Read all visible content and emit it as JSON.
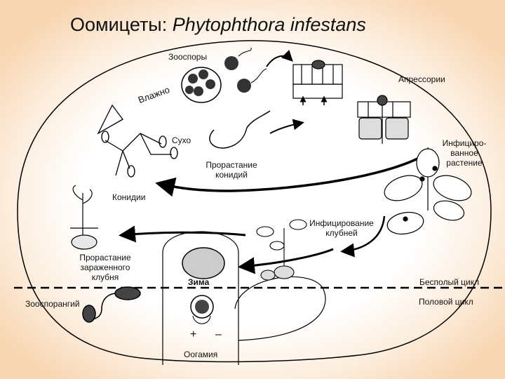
{
  "title": {
    "plain": "Оомицеты: ",
    "italic": "Phytophthora infestans"
  },
  "labels": {
    "zoospores": "Зооспоры",
    "appressoria": "Апрессории",
    "wet": "Влажно",
    "dry": "Сухо",
    "germination_conidia": "Прорастание\nконидий",
    "infected_plant": "Инфициро-\nванное\nрастение",
    "conidia": "Конидии",
    "tuber_infection": "Инфицирование\nклубней",
    "infected_tuber_germination": "Прорастание\nзараженного\nклубня",
    "winter": "Зима",
    "asexual_cycle": "Бесполый цикл",
    "sexual_cycle": "Половой цикл",
    "zoosporangium": "Зооспорангий",
    "oogamy": "Оогамия",
    "plus": "+",
    "minus": "–"
  }
}
